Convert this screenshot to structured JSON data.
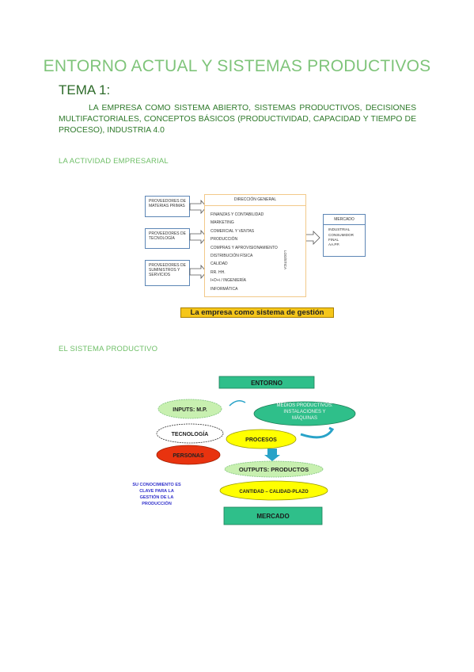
{
  "title": "ENTORNO ACTUAL Y SISTEMAS PRODUCTIVOS",
  "tema": "TEMA 1:",
  "paragraph": "LA EMPRESA COMO SISTEMA ABIERTO, SISTEMAS PRODUCTIVOS, DECISIONES MULTIFACTORIALES, CONCEPTOS BÁSICOS (PRODUCTIVIDAD, CAPACIDAD Y TIEMPO DE PROCESO), INDUSTRIA 4.0",
  "section1": "LA ACTIVIDAD EMPRESARIAL",
  "section2": "EL SISTEMA PRODUCTIVO",
  "diagram1": {
    "suppliers": [
      "PROVEEDORES DE MATERIAS PRIMAS",
      "PROVEEDORES DE TECNOLOGÍA",
      "PROVEEDORES DE SUMINISTROS Y SERVICIOS"
    ],
    "dg_title": "DIRECCIÓN GENERAL",
    "functions": [
      "FINANZAS Y CONTABILIDAD",
      "MARKETING",
      "COMERCIAL Y VENTAS",
      "PRODUCCIÓN",
      "COMPRAS Y APROVISIONAMIENTO",
      "DISTRIBUCIÓN FÍSICA",
      "CALIDAD",
      "RR. HH.",
      "I+D+i / INGENIERÍA",
      "INFORMÁTICA"
    ],
    "logistica": "LOGÍSTICA",
    "mercado_title": "MERCADO",
    "mercado_items": [
      "INDUSTRIAL",
      "CONSUMIDOR",
      "FINAL",
      "AA.PP."
    ],
    "caption": "La empresa como sistema de gestión"
  },
  "diagram2": {
    "entorno": "ENTORNO",
    "inputs": "INPUTS: M.P.",
    "medios": "MEDIOS PRODUCTIVOS: INSTALACIONES Y MÁQUINAS",
    "tecnologia": "TECNOLOGÍA",
    "procesos": "PROCESOS",
    "personas": "PERSONAS",
    "outputs": "OUTPUTS: PRODUCTOS",
    "cantidad": "CANTIDAD – CALIDAD-PLAZO",
    "conocimiento": "SU CONOCIMIENTO ES CLAVE PARA LA GESTIÓN DE LA PRODUCCIÓN",
    "mercado": "MERCADO"
  },
  "colors": {
    "title_green": "#7fc47a",
    "teal": "#2fbf8a",
    "yellow": "#ffff00",
    "red": "#e8330f",
    "light_green": "#c8f0b0",
    "blue_text": "#3333cc"
  }
}
